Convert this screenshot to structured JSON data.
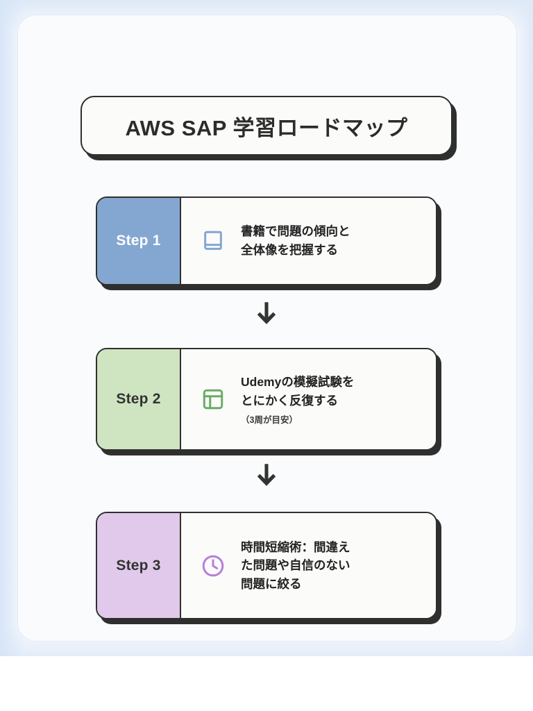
{
  "page": {
    "title": "AWS SAP 学習ロードマップ",
    "background_gradient_color": "#dde9f7",
    "sheet_color": "#fafbfc"
  },
  "header": {
    "title": "AWS SAP 学習ロードマップ",
    "border_color": "#2f2f2f",
    "shadow_color": "#2f2f2f"
  },
  "steps": [
    {
      "label": "Step 1",
      "panel_color": "#84a7d1",
      "label_color": "#ffffff",
      "icon": "book-icon",
      "icon_color": "#84a7d1",
      "lines": [
        "書籍で問題の傾向と",
        "全体像を把握する"
      ],
      "note": ""
    },
    {
      "label": "Step 2",
      "panel_color": "#cfe4c0",
      "label_color": "#333333",
      "icon": "layout-dashboard-icon",
      "icon_color": "#6aab63",
      "lines": [
        "Udemyの模擬試験を",
        "とにかく反復する"
      ],
      "note": "（3周が目安）"
    },
    {
      "label": "Step 3",
      "panel_color": "#e0c9ea",
      "label_color": "#333333",
      "icon": "clock-icon",
      "icon_color": "#b57fdc",
      "lines": [
        "時間短縮術：間違え",
        "た問題や自信のない",
        "問題に絞る"
      ],
      "note": ""
    }
  ],
  "connectors": [
    {
      "icon": "arrow-down-icon",
      "color": "#333333"
    },
    {
      "icon": "arrow-down-icon",
      "color": "#333333"
    }
  ]
}
